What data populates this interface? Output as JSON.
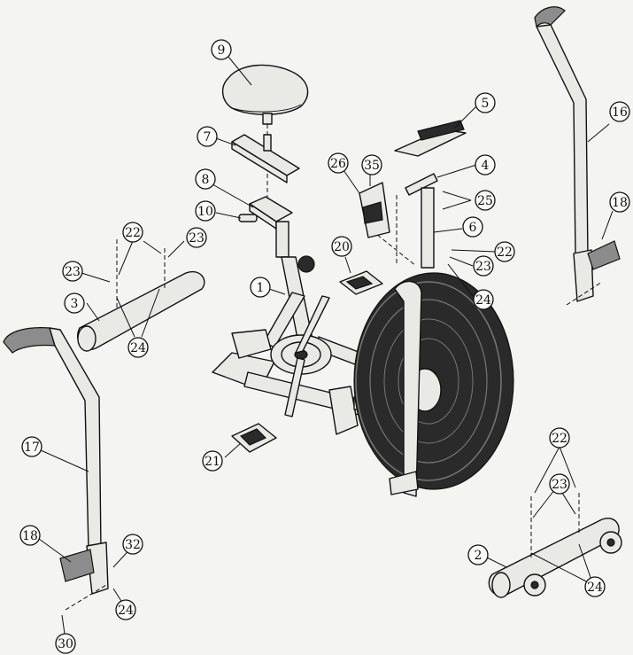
{
  "diagram": {
    "callouts": [
      {
        "id": "c9",
        "label": "9"
      },
      {
        "id": "c7",
        "label": "7"
      },
      {
        "id": "c8",
        "label": "8"
      },
      {
        "id": "c10",
        "label": "10"
      },
      {
        "id": "c1",
        "label": "1"
      },
      {
        "id": "c5",
        "label": "5"
      },
      {
        "id": "c4",
        "label": "4"
      },
      {
        "id": "c26",
        "label": "26"
      },
      {
        "id": "c35",
        "label": "35"
      },
      {
        "id": "c25",
        "label": "25"
      },
      {
        "id": "c6",
        "label": "6"
      },
      {
        "id": "c20",
        "label": "20"
      },
      {
        "id": "c22a",
        "label": "22"
      },
      {
        "id": "c23a",
        "label": "23"
      },
      {
        "id": "c24a",
        "label": "24"
      },
      {
        "id": "c16",
        "label": "16"
      },
      {
        "id": "c18a",
        "label": "18"
      },
      {
        "id": "c22b",
        "label": "22"
      },
      {
        "id": "c23b",
        "label": "23"
      },
      {
        "id": "c23c",
        "label": "23"
      },
      {
        "id": "c3",
        "label": "3"
      },
      {
        "id": "c24b",
        "label": "24"
      },
      {
        "id": "c17",
        "label": "17"
      },
      {
        "id": "c21",
        "label": "21"
      },
      {
        "id": "c18b",
        "label": "18"
      },
      {
        "id": "c32",
        "label": "32"
      },
      {
        "id": "c24c",
        "label": "24"
      },
      {
        "id": "c30",
        "label": "30"
      },
      {
        "id": "c22c",
        "label": "22"
      },
      {
        "id": "c23d",
        "label": "23"
      },
      {
        "id": "c2",
        "label": "2"
      },
      {
        "id": "c24d",
        "label": "24"
      }
    ]
  }
}
